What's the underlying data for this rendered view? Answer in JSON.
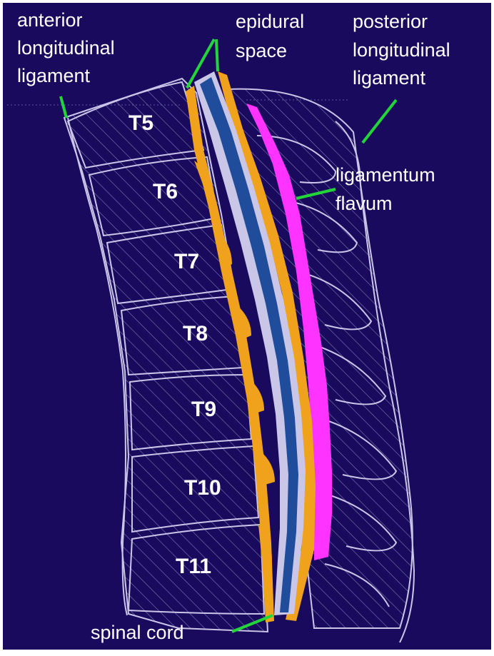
{
  "diagram": {
    "colors": {
      "background": "#1a0a5e",
      "bone_outline": "#c9c6e8",
      "leader_line": "#22d63a",
      "spinal_cord": "#1f4d9b",
      "dura": "#f0a21c",
      "ligamentum_flavum": "#ff33ff"
    },
    "labels": {
      "anterior_ligament": [
        "anterior",
        "longitudinal",
        "ligament"
      ],
      "epidural_space": [
        "epidural",
        "space"
      ],
      "posterior_ligament": [
        "posterior",
        "longitudinal",
        "ligament"
      ],
      "ligamentum_flavum": [
        "ligamentum",
        "flavum"
      ],
      "spinal_cord": "spinal cord"
    },
    "vertebrae": [
      "T5",
      "T6",
      "T7",
      "T8",
      "T9",
      "T10",
      "T11"
    ]
  }
}
